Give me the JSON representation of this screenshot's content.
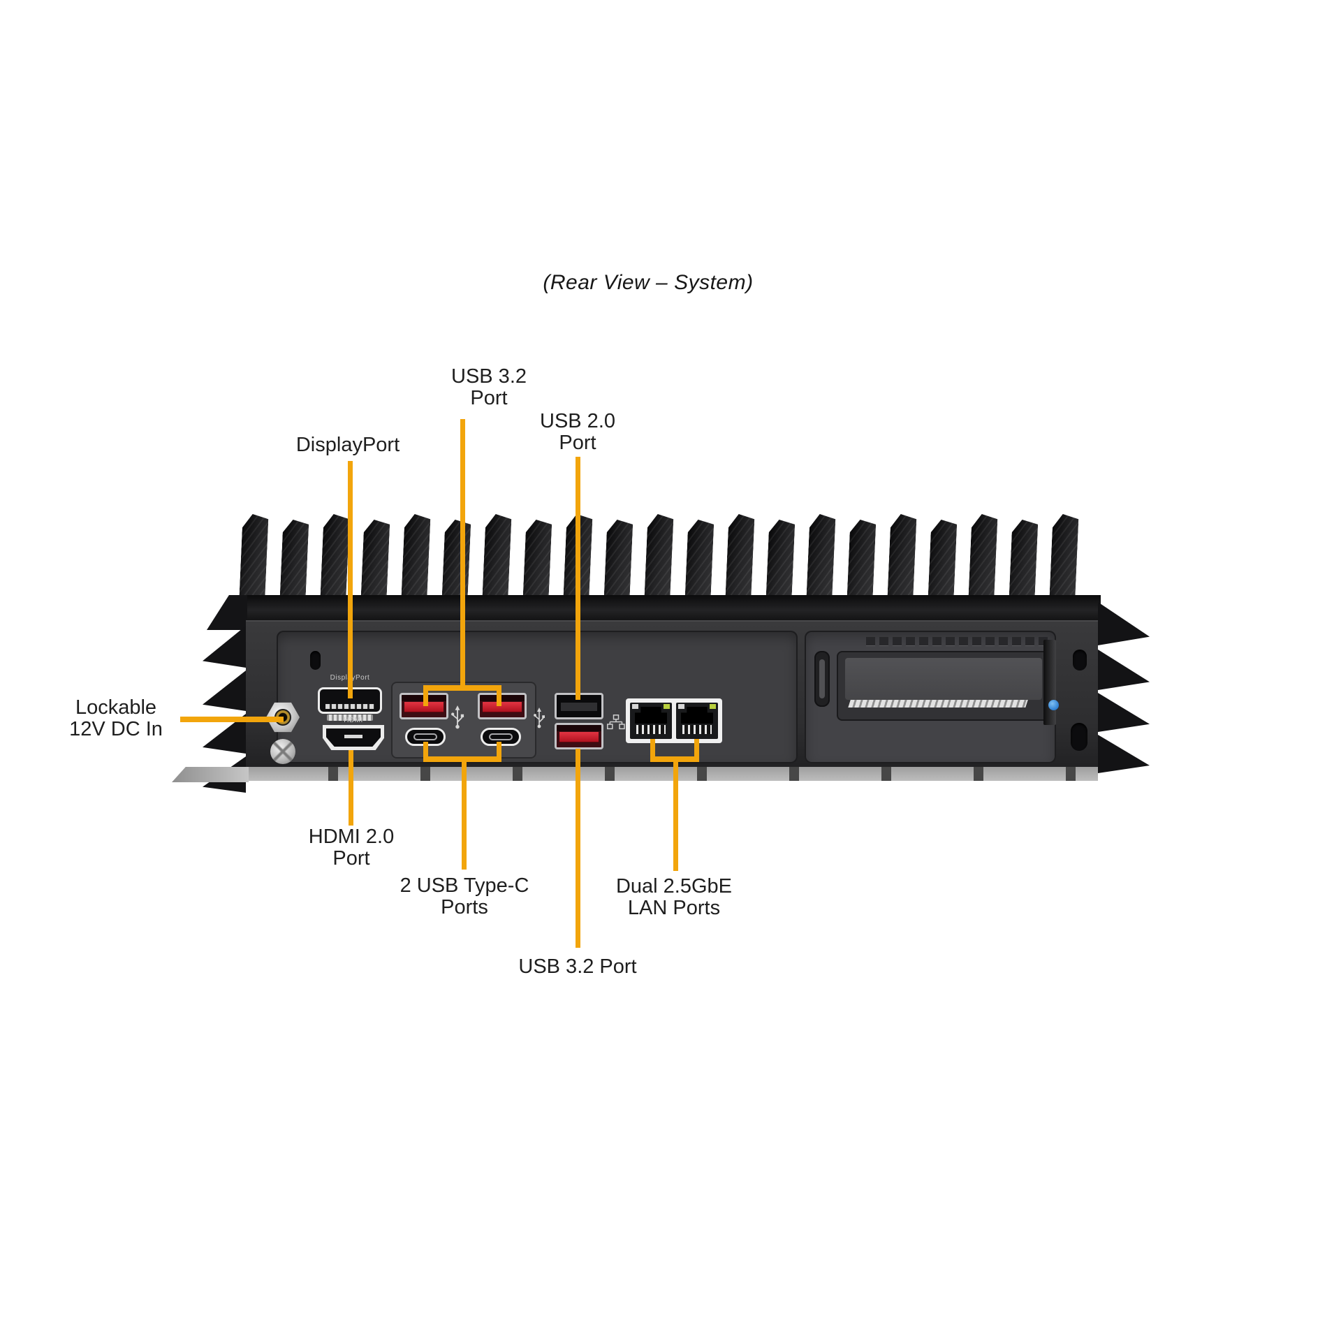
{
  "title": "(Rear View – System)",
  "colors": {
    "callout": "#F2A50C",
    "label": "#1E1E1E",
    "chassis_face": "#3F3F42",
    "usb32_red": "#B01220",
    "lan_led_green": "#B9CF3E",
    "lock_screw_blue": "#2E7FD2"
  },
  "callouts": {
    "dc_power": {
      "line1": "Lockable",
      "line2": "12V DC In"
    },
    "displayport": {
      "line1": "DisplayPort"
    },
    "usb32_top": {
      "line1": "USB 3.2",
      "line2": "Port"
    },
    "usb20": {
      "line1": "USB 2.0",
      "line2": "Port"
    },
    "hdmi": {
      "line1": "HDMI 2.0",
      "line2": "Port"
    },
    "usb_typec": {
      "line1": "2 USB Type-C",
      "line2": "Ports"
    },
    "lan": {
      "line1": "Dual 2.5GbE",
      "line2": "LAN Ports"
    },
    "usb32_bottom": {
      "line1": "USB 3.2 Port"
    }
  },
  "device": {
    "printed_labels": {
      "displayport": "DisplayPort",
      "hdmi": "HDMI"
    }
  }
}
